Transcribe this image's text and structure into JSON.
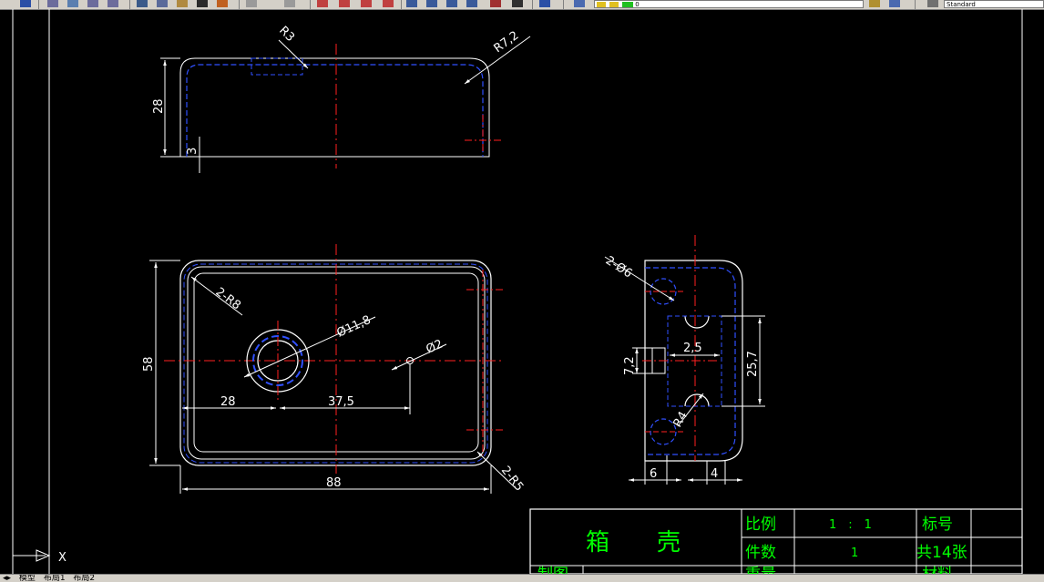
{
  "toolbar": {
    "style_value": "Standard",
    "layer_value": "0"
  },
  "tabs": [
    "模型",
    "布局1",
    "布局2"
  ],
  "drawing": {
    "top_view": {
      "r_small": "R3",
      "r_corner": "R7,2",
      "height": "28",
      "offset": "3"
    },
    "front_view": {
      "corner": "2-R8",
      "hole_dia": "Ø11,8",
      "small_hole": "Ø2",
      "height": "58",
      "dist1": "28",
      "dist2": "37,5",
      "width": "88",
      "corner2": "2-R5"
    },
    "side_view": {
      "holes": "2-Ø6",
      "slot": "2,5",
      "slot_h": "7,2",
      "height": "25,7",
      "radius": "R4",
      "left": "6",
      "right": "4"
    },
    "ucs_label": "X"
  },
  "title_block": {
    "part_name": "箱　　壳",
    "scale_label": "比例",
    "scale_value": "1　:　1",
    "code_label": "标号",
    "qty_label": "件数",
    "qty_value": "1",
    "sheets": "共14张",
    "drawn_label": "制图",
    "weight_label": "重量",
    "material_label": "材料"
  }
}
